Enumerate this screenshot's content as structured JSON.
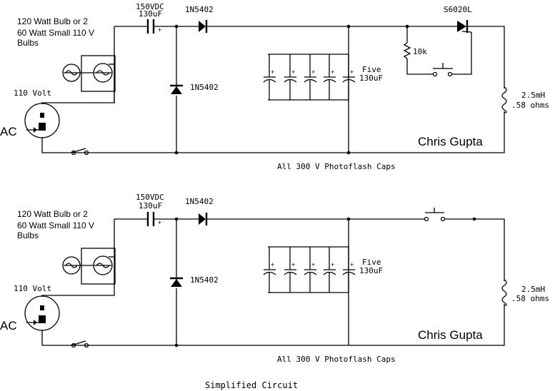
{
  "circuits": [
    {
      "load_label": [
        "120 Watt Bulb or 2",
        "60 Watt Small 110 V",
        "Bulbs"
      ],
      "voltage_label": "110 Volt",
      "source_label": "AC",
      "series_cap_label": [
        "150VDC",
        "130uF"
      ],
      "diode_series_label": "1N5402",
      "diode_shunt_label": "1N5402",
      "cap_bank_label": [
        "Five",
        "130uF"
      ],
      "inductor_label": [
        "2.5mH",
        ".58 ohms"
      ],
      "scr_label": "S6020L",
      "resistor_label": "10k",
      "author": "Chris Gupta",
      "caps_note": "All 300 V Photoflash Caps"
    },
    {
      "load_label": [
        "120 Watt Bulb or 2",
        "60 Watt Small 110 V",
        "Bulbs"
      ],
      "voltage_label": "110 Volt",
      "source_label": "AC",
      "series_cap_label": [
        "150VDC",
        "130uF"
      ],
      "diode_series_label": "1N5402",
      "diode_shunt_label": "1N5402",
      "cap_bank_label": [
        "Five",
        "130uF"
      ],
      "inductor_label": [
        "2.5mH",
        ".58 ohms"
      ],
      "author": "Chris Gupta",
      "caps_note": "All 300 V Photoflash Caps"
    }
  ],
  "footer_title": "Simplified Circuit"
}
